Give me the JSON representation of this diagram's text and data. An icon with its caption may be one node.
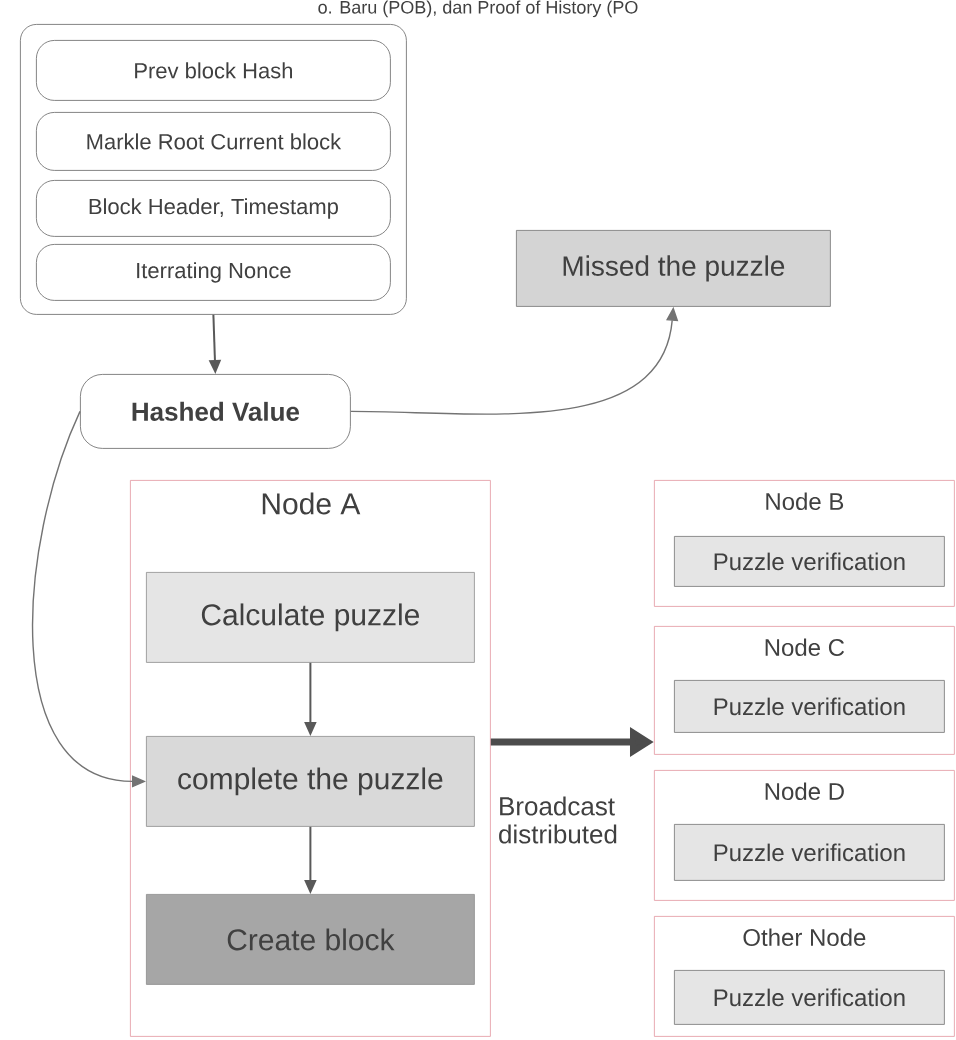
{
  "diagram": {
    "nodes": [
      {
        "text": [],
        "shape": "box"
      },
      {
        "text": [
          "Prev block Hash"
        ],
        "in": 0
      },
      {
        "text": [
          "Markle Root Current block"
        ],
        "in": 0
      },
      {
        "text": [
          "Block Header, Timestamp"
        ],
        "in": 0
      },
      {
        "text": [
          "Iterrating Nonce"
        ],
        "in": 0
      },
      {
        "text": [
          "Missed the puzzle"
        ]
      },
      {
        "text": [
          "Hashed Value"
        ]
      },
      {
        "text": [
          "Node A"
        ]
      },
      {
        "text": [
          "Calculate puzzle"
        ],
        "in": 7
      },
      {
        "text": [
          "complete the puzzle"
        ],
        "in": 7
      },
      {
        "text": [
          "Create block"
        ],
        "in": 7
      },
      {
        "text": [
          "Node B"
        ]
      },
      {
        "text": [
          "Puzzle verification"
        ],
        "in": 11
      },
      {
        "text": [
          "Node C"
        ]
      },
      {
        "text": [
          "Puzzle verification"
        ],
        "in": 13
      },
      {
        "text": [
          "Node D"
        ]
      },
      {
        "text": [
          "Puzzle verification"
        ],
        "in": 15
      },
      {
        "text": [
          "Other Node"
        ]
      },
      {
        "text": [
          "Puzzle verification"
        ],
        "in": 17
      }
    ],
    "edges": [
      {
        "from": 0,
        "to": 6,
        "arrow": "to"
      },
      {
        "from": 6,
        "to": 5,
        "arrow": "to"
      },
      {
        "from": 6,
        "to": 9,
        "arrow": "to"
      },
      {
        "from": 8,
        "to": 9,
        "arrow": "to"
      },
      {
        "from": 9,
        "to": 10,
        "arrow": "to"
      },
      {
        "from": 7,
        "to": 13,
        "arrow": "to",
        "label": "Broadcast distributed",
        "style": "thick"
      }
    ],
    "labels": [
      "o. Baru (POB), dan Proof of History (PO"
    ]
  }
}
